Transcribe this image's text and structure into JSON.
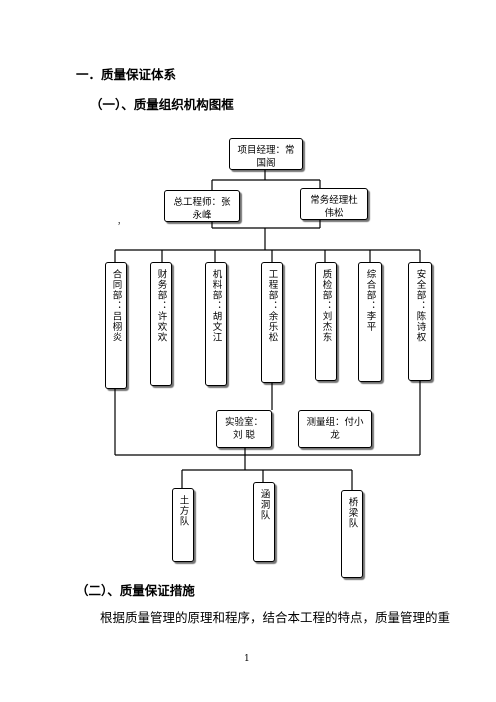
{
  "section1_title": "一．质量保证体系",
  "section1_sub": "（一）、质量组织机构图框",
  "org": {
    "pm": "项目经理：常国阁",
    "chief_engineer": "总工程师：张永峰",
    "executive_manager": "常务经理杜伟松",
    "depts": [
      "合同部：吕栩炎",
      "财务部：许欢欢",
      "机料部：胡文江",
      "工程部：余乐松",
      "质检部：刘杰东",
      "综合部：李平",
      "安全部：陈诗权"
    ],
    "lab": "实验室：刘 聪",
    "survey": "测量组：付小龙",
    "teams": [
      "土方队",
      "涵洞队",
      "桥梁队"
    ]
  },
  "stray_mark": "，",
  "section2_title": "（二）、质量保证措施",
  "paragraph": "根据质量管理的原理和程序，结合本工程的特点，质量管理的重",
  "page_number": "1"
}
